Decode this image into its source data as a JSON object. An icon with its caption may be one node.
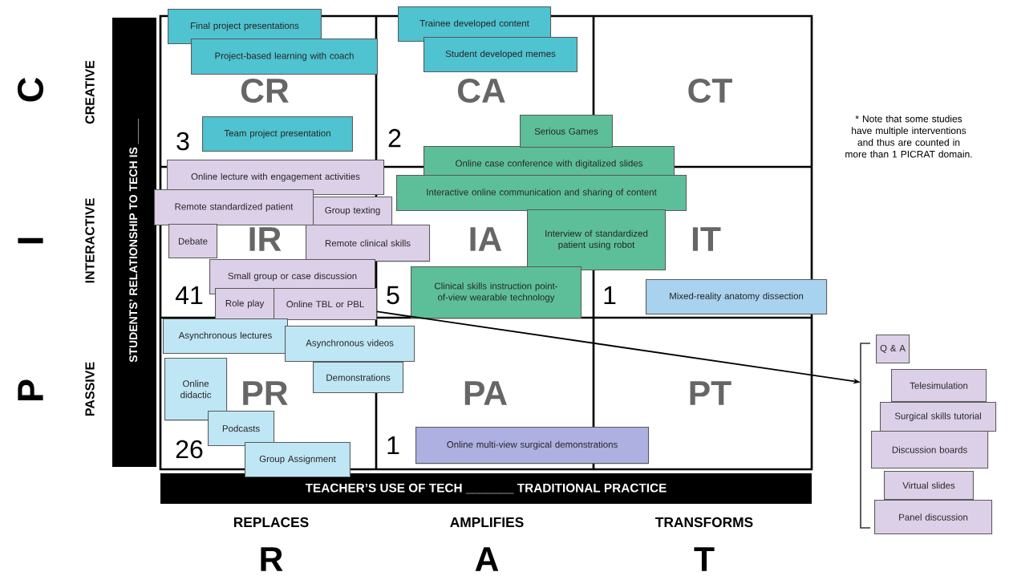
{
  "diagram": {
    "nodes": [
      {
        "text": [
          "Final project presentations"
        ]
      },
      {
        "text": [
          "Project-based learning with coach"
        ]
      },
      {
        "text": [
          "Team project presentation"
        ]
      },
      {
        "text": [
          "Trainee developed content"
        ]
      },
      {
        "text": [
          "Student developed memes"
        ]
      },
      {
        "text": [
          "Serious Games"
        ]
      },
      {
        "text": [
          "Online case conference with digitalized slides"
        ]
      },
      {
        "text": [
          "Interactive online communication and sharing of content"
        ]
      },
      {
        "text": [
          "Interview of standardized patient using robot"
        ]
      },
      {
        "text": [
          "Clinical skills instruction point-of-view wearable technology"
        ]
      },
      {
        "text": [
          "Online lecture with engagement activities"
        ]
      },
      {
        "text": [
          "Remote standardized patient"
        ]
      },
      {
        "text": [
          "Group texting"
        ]
      },
      {
        "text": [
          "Debate"
        ]
      },
      {
        "text": [
          "Remote clinical skills"
        ]
      },
      {
        "text": [
          "Small group or case discussion"
        ]
      },
      {
        "text": [
          "Role play"
        ]
      },
      {
        "text": [
          "Online TBL or PBL"
        ]
      },
      {
        "text": [
          "Mixed-reality anatomy dissection"
        ]
      },
      {
        "text": [
          "Asynchronous lectures"
        ]
      },
      {
        "text": [
          "Asynchronous videos"
        ]
      },
      {
        "text": [
          "Online didactic"
        ]
      },
      {
        "text": [
          "Demonstrations"
        ]
      },
      {
        "text": [
          "Podcasts"
        ]
      },
      {
        "text": [
          "Group Assignment"
        ]
      },
      {
        "text": [
          "Online multi-view surgical demonstrations"
        ]
      },
      {
        "text": [
          "Q & A"
        ]
      },
      {
        "text": [
          "Telesimulation"
        ]
      },
      {
        "text": [
          "Surgical skills tutorial"
        ]
      },
      {
        "text": [
          "Discussion boards"
        ]
      },
      {
        "text": [
          "Virtual slides"
        ]
      },
      {
        "text": [
          "Panel discussion"
        ]
      },
      {
        "text": [],
        "shape": "bracket"
      }
    ],
    "edges": [
      {
        "from": 17,
        "to": 32,
        "arrow": "to"
      }
    ],
    "labels": [
      "* Note that some studies have multiple interventions and thus are counted in more than 1 PICRAT domain.",
      "C",
      "CREATIVE",
      "STUDENTS’ RELATIONSHIP TO TECH IS ____",
      "I",
      "INTERACTIVE",
      "P",
      "PASSIVE",
      "CR",
      "CA",
      "CT",
      "3",
      "2",
      "IR",
      "IA",
      "IT",
      "41",
      "5",
      "1",
      "PR",
      "PA",
      "PT",
      "26",
      "1",
      "TEACHER’S USE OF TECH _______ TRADITIONAL PRACTICE",
      "REPLACES",
      "AMPLIFIES",
      "TRANSFORMS",
      "R",
      "A",
      "T"
    ]
  }
}
